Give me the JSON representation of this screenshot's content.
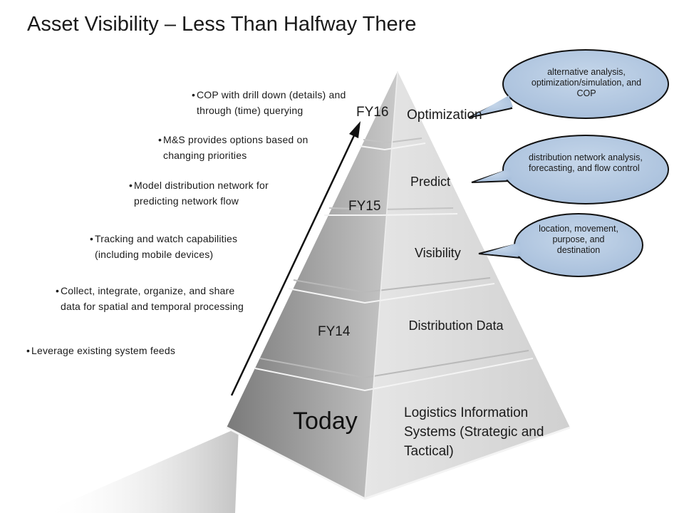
{
  "title": "Asset Visibility – Less Than Halfway There",
  "bullets": [
    "COP with drill down (details) and through (time) querying",
    "M&S provides options based on changing priorities",
    "Model distribution network for predicting network flow",
    "Tracking and watch capabilities (including mobile devices)",
    "Collect, integrate, organize, and share data for spatial and temporal processing",
    "Leverage existing system feeds"
  ],
  "levels": {
    "optimization": "Optimization",
    "predict": "Predict",
    "visibility": "Visibility",
    "distribution_data": "Distribution Data",
    "logistics": "Logistics Information Systems (Strategic and Tactical)"
  },
  "fiscal_years": {
    "fy16": "FY16",
    "fy15": "FY15",
    "fy14": "FY14",
    "today": "Today"
  },
  "callouts": {
    "optimization": "alternative analysis, optimization/simulation, and COP",
    "predict": "distribution network analysis, forecasting, and flow control",
    "visibility": "location, movement, purpose, and destination"
  },
  "colors": {
    "bubble_fill": "#b8cce4",
    "bubble_stroke": "#111111"
  }
}
